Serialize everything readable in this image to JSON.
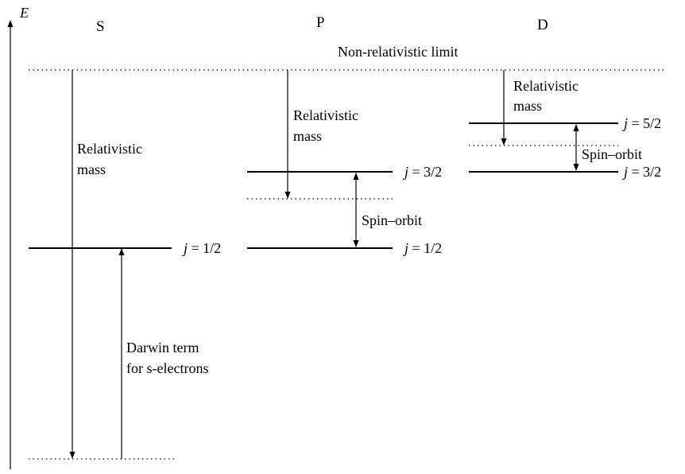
{
  "axis": {
    "label": "E"
  },
  "columns": {
    "s": "S",
    "p": "P",
    "d": "D"
  },
  "limit_label": "Non-relativistic limit",
  "s": {
    "mass_line1": "Relativistic",
    "mass_line2": "mass",
    "darwin_line1": "Darwin term",
    "darwin_line2": "for s-electrons",
    "j_half": {
      "var": "j",
      "eq": " = ",
      "val": "1/2"
    }
  },
  "p": {
    "mass_line1": "Relativistic",
    "mass_line2": "mass",
    "spin_orbit": "Spin–orbit",
    "j_three_half": {
      "var": "j",
      "eq": " = ",
      "val": "3/2"
    },
    "j_half": {
      "var": "j",
      "eq": " = ",
      "val": "1/2"
    }
  },
  "d": {
    "mass_line1": "Relativistic",
    "mass_line2": "mass",
    "spin_orbit": "Spin–orbit",
    "j_five_half": {
      "var": "j",
      "eq": " = ",
      "val": "5/2"
    },
    "j_three_half": {
      "var": "j",
      "eq": " = ",
      "val": "3/2"
    }
  }
}
